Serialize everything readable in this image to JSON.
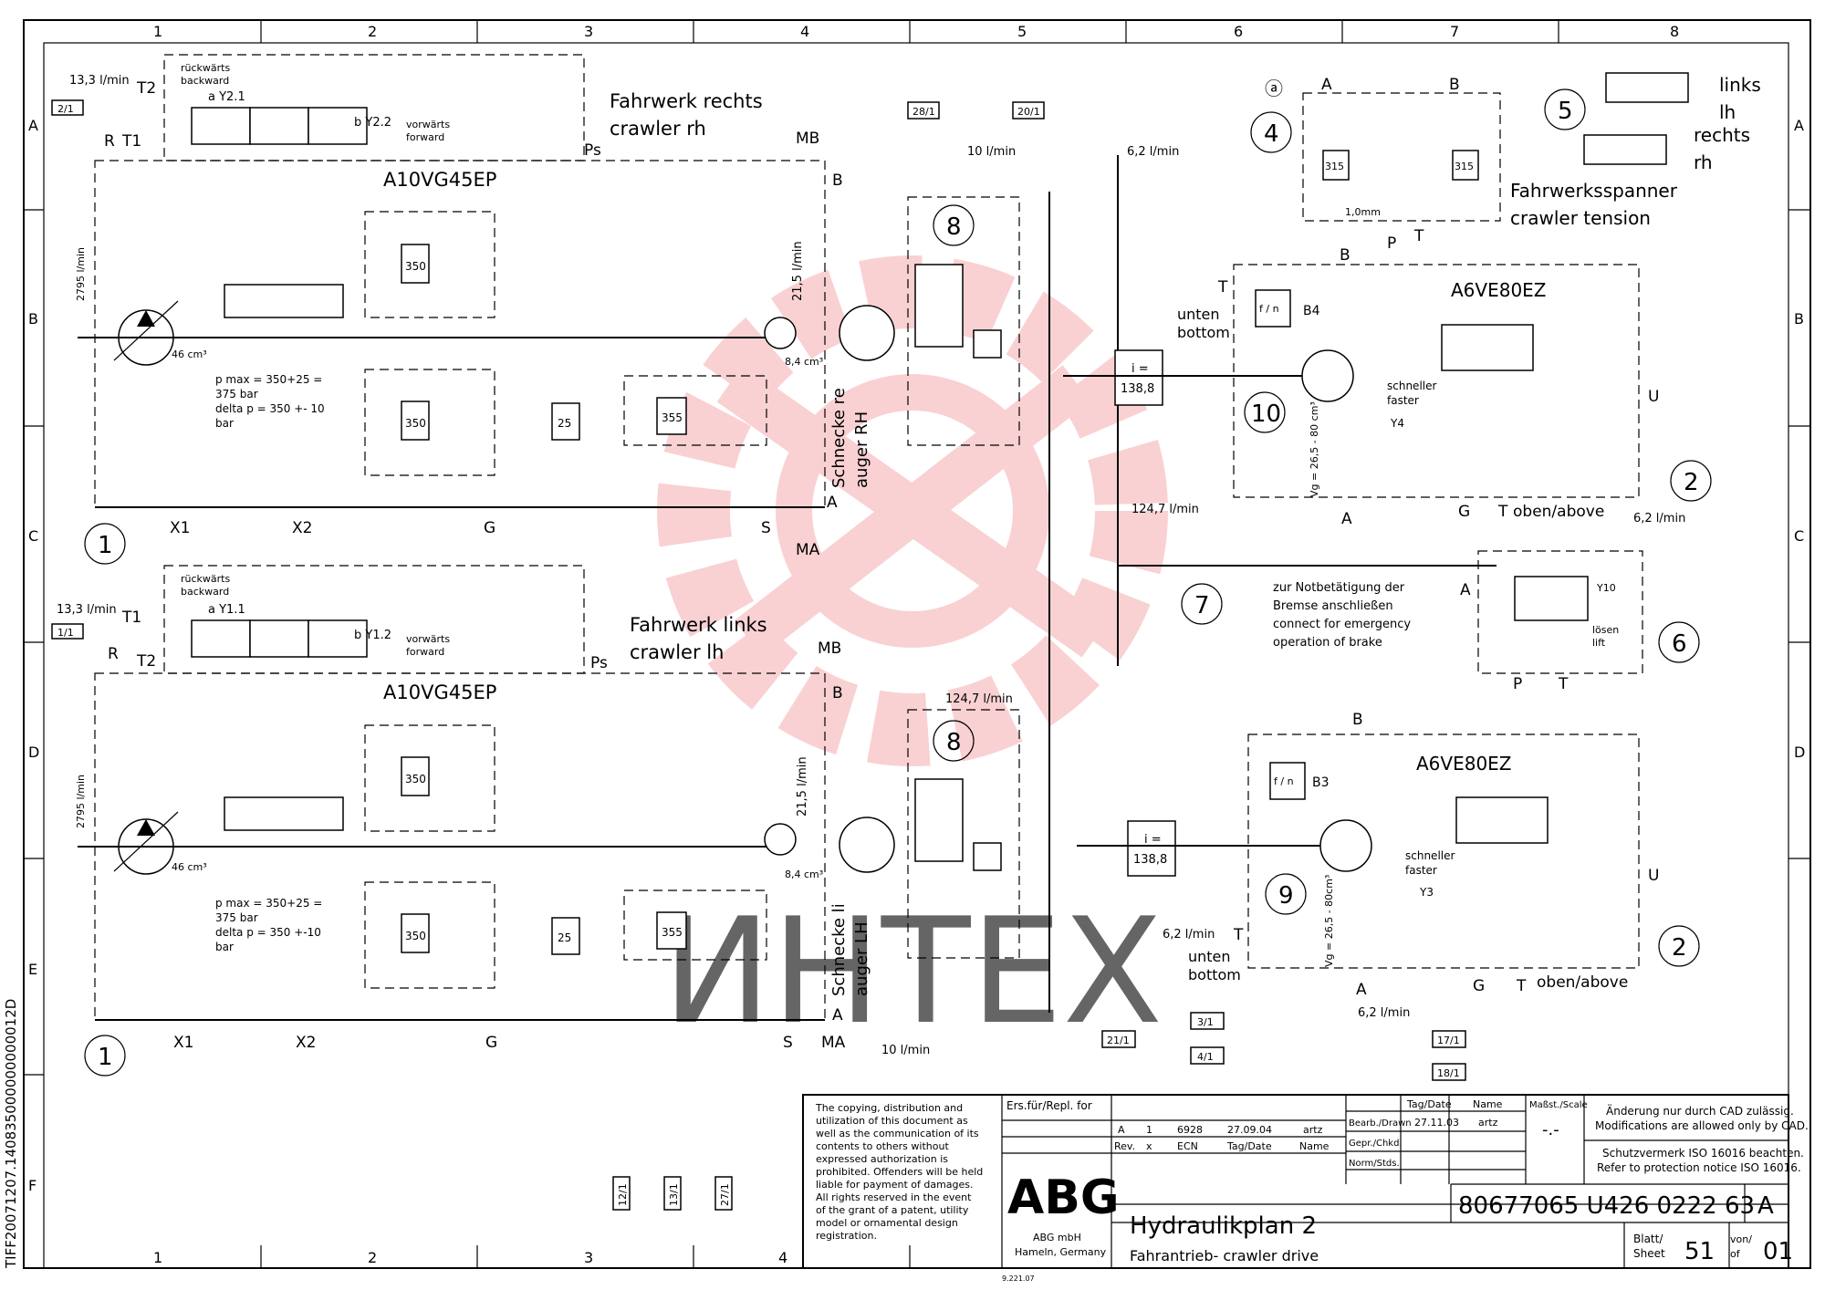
{
  "border": {
    "columns": [
      "1",
      "2",
      "3",
      "4",
      "5",
      "6",
      "7",
      "8"
    ],
    "rows": [
      "A",
      "B",
      "C",
      "D",
      "E",
      "F"
    ]
  },
  "side_code": "TIFF20071207.140835000000000012D",
  "watermark": "ИНТЕХ",
  "upper": {
    "title_de": "Fahrwerk rechts",
    "title_en": "crawler rh",
    "pump_name": "A10VG45EP",
    "valve_left_de": "rückwärts",
    "valve_left_en": "backward",
    "valve_right_de": "vorwärts",
    "valve_right_en": "forward",
    "sol_a": "a Y2.1",
    "sol_b": "b Y2.2",
    "ref_in": "2/1",
    "t2": "T2",
    "flow_t": "13,3 l/min",
    "port_r": "R",
    "port_t1": "T1",
    "port_ps": "Ps",
    "port_mb": "MB",
    "port_b": "B",
    "port_a": "A",
    "port_x1": "X1",
    "port_x2": "X2",
    "port_g": "G",
    "port_s": "S",
    "port_ma": "MA",
    "flow_pump": "2795 l/min",
    "disp": "46 cm³",
    "pmax_1": "p max = 350+25 =",
    "pmax_2": "375 bar",
    "pmax_3": "delta p = 350 +- 10",
    "pmax_4": "bar",
    "flow_feed": "21,5 l/min",
    "disp_small": "8,4 cm³",
    "auger_1": "Schnecke re",
    "auger_2": "auger RH",
    "relief_350a": "350",
    "relief_350b": "350",
    "relief_25": "25",
    "relief_355": "355",
    "circle_1": "1"
  },
  "lower": {
    "title_de": "Fahrwerk links",
    "title_en": "crawler lh",
    "pump_name": "A10VG45EP",
    "valve_left_de": "rückwärts",
    "valve_left_en": "backward",
    "valve_right_de": "vorwärts",
    "valve_right_en": "forward",
    "sol_a": "a Y1.1",
    "sol_b": "b Y1.2",
    "ref_in": "1/1",
    "t1": "T1",
    "flow_t": "13,3 l/min",
    "port_r": "R",
    "port_t2": "T2",
    "port_ps": "Ps",
    "port_mb": "MB",
    "port_b": "B",
    "port_a": "A",
    "port_x1": "X1",
    "port_x2": "X2",
    "port_g": "G",
    "port_s": "S",
    "port_ma": "MA",
    "flow_pump": "2795 l/min",
    "disp": "46 cm³",
    "pmax_1": "p max = 350+25 =",
    "pmax_2": "375 bar",
    "pmax_3": "delta p = 350 +-10",
    "pmax_4": "bar",
    "flow_feed": "21,5 l/min",
    "disp_small": "8,4 cm³",
    "auger_1": "Schnecke li",
    "auger_2": "auger LH",
    "relief_350a": "350",
    "relief_350b": "350",
    "relief_25": "25",
    "relief_355": "355",
    "circle_1": "1",
    "flow_10": "10 l/min"
  },
  "center": {
    "ref_28": "28/1",
    "ref_20": "20/1",
    "flow_10": "10 l/min",
    "flow_62_top": "6,2 l/min",
    "circle_8": "8",
    "flow_1247_top": "124,7 l/min",
    "flow_1247_mid": "124,7 l/min",
    "circle_7": "7",
    "note_de_1": "zur Notbetätigung der",
    "note_de_2": "Bremse anschließen",
    "note_en_1": "connect for emergency",
    "note_en_2": "operation of brake"
  },
  "tensioner": {
    "a_label": "ⓐ",
    "circle_4": "4",
    "circle_5": "5",
    "port_a": "A",
    "port_b": "B",
    "port_p": "P",
    "port_t": "T",
    "valve_315a": "315",
    "valve_315b": "315",
    "orifice": "1,0mm",
    "cyl_links": "links",
    "cyl_lh": "lh",
    "cyl_rechts": "rechts",
    "cyl_rh": "rh",
    "title_de": "Fahrwerksspanner",
    "title_en": "crawler tension"
  },
  "motor_top": {
    "name": "A6VE80EZ",
    "ratio_1": "i =",
    "ratio_2": "138,8",
    "sensor": "B4",
    "fn": "f / n",
    "circle": "10",
    "unten": "unten",
    "bottom": "bottom",
    "port_t": "T",
    "port_b": "B",
    "port_a": "A",
    "port_g": "G",
    "port_t2": "T",
    "oben": "oben/above",
    "vg": "Vg = 26,5 - 80 cm³",
    "schneller": "schneller",
    "faster": "faster",
    "sol": "Y4",
    "port_u": "U",
    "circle_2": "2",
    "flow_62": "6,2 l/min"
  },
  "brake_valve": {
    "port_a": "A",
    "port_p": "P",
    "port_t": "T",
    "sol": "Y10",
    "loesen": "lösen",
    "lift": "lift",
    "circle_6": "6"
  },
  "motor_bottom": {
    "name": "A6VE80EZ",
    "ratio_1": "i =",
    "ratio_2": "138,8",
    "sensor": "B3",
    "fn": "f / n",
    "circle": "9",
    "unten": "unten",
    "bottom": "bottom",
    "port_t": "T",
    "port_b": "B",
    "port_a": "A",
    "port_g": "G",
    "port_t2": "T",
    "oben": "oben/above",
    "vg": "Vg = 26,5 - 80cm³",
    "schneller": "schneller",
    "faster": "faster",
    "sol": "Y3",
    "port_u": "U",
    "circle_2": "2",
    "flow_62a": "6,2 l/min",
    "flow_62b": "6,2 l/min"
  },
  "refs": {
    "r3": "3/1",
    "r4": "4/1",
    "r21": "21/1",
    "r17": "17/1",
    "r18": "18/1",
    "r12": "12/1",
    "r13": "13/1",
    "r27": "27/1"
  },
  "title_block": {
    "copyright": [
      "The copying, distribution and",
      "utilization of this document as",
      "well as the communication of its",
      "contents to others without",
      "expressed authorization is",
      "prohibited. Offenders will be held",
      "liable for payment of damages.",
      "All rights reserved in the event",
      "of the grant of a patent, utility",
      "model or ornamental design",
      "registration."
    ],
    "ersatz": "Ers.für/Repl. for",
    "rev_row": [
      "A",
      "1",
      "6928",
      "27.09.04",
      "artz"
    ],
    "rev_head": [
      "Rev.",
      "x",
      "ECN",
      "Tag/Date",
      "Name"
    ],
    "company_logo": "ABG",
    "company_1": "ABG mbH",
    "company_2": "Hameln, Germany",
    "tagdate": "Tag/Date",
    "name": "Name",
    "bearb": "Bearb./Drawn",
    "bearb_date": "27.11.03",
    "bearb_name": "artz",
    "gepr": "Gepr./Chkd.",
    "norm": "Norm/Stds.",
    "scale_label": "Maßst./Scale",
    "scale_value": "-.-",
    "cad_note_1": "Änderung nur durch CAD zulässig.",
    "cad_note_2": "Modifications are allowed only by CAD.",
    "iso_note_1": "Schutzvermerk ISO 16016 beachten.",
    "iso_note_2": "Refer to protection notice ISO 16016.",
    "drawing_no": "80677065 U426 0222 63",
    "revision": "A",
    "title": "Hydraulikplan 2",
    "subtitle": "Fahrantrieb- crawler drive",
    "blatt": "Blatt/",
    "sheet": "Sheet",
    "sheet_no": "51",
    "von": "von/",
    "of": "of",
    "total": "01",
    "form_code": "9.221.07"
  }
}
